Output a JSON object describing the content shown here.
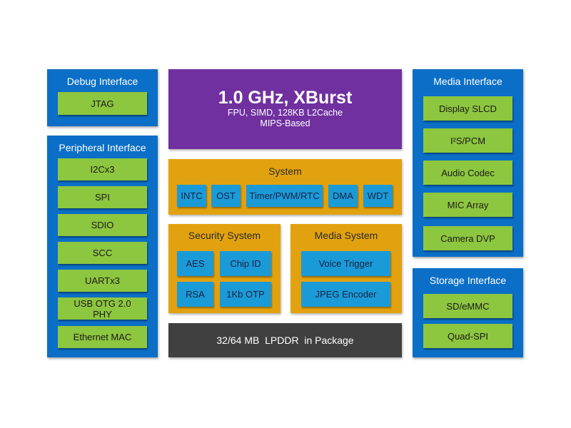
{
  "debug_interface": {
    "title": "Debug Interface",
    "items": [
      "JTAG"
    ]
  },
  "peripheral_interface": {
    "title": "Peripheral Interface",
    "items": [
      "I2Cx3",
      "SPI",
      "SDIO",
      "SCC",
      "UARTx3",
      "USB OTG 2.0\nPHY",
      "Ethernet MAC"
    ]
  },
  "cpu": {
    "title": "1.0 GHz, XBurst",
    "line1": "FPU, SIMD, 128KB L2Cache",
    "line2": "MIPS-Based"
  },
  "system": {
    "title": "System",
    "items": [
      "INTC",
      "OST",
      "Timer/PWM/RTC",
      "DMA",
      "WDT"
    ]
  },
  "security_system": {
    "title": "Security System",
    "items": [
      "AES",
      "Chip ID",
      "RSA",
      "1Kb OTP"
    ]
  },
  "media_system": {
    "title": "Media System",
    "items": [
      "Voice Trigger",
      "JPEG Encoder"
    ]
  },
  "memory": {
    "label": "32/64 MB  LPDDR  in Package"
  },
  "media_interface": {
    "title": "Media Interface",
    "items": [
      "Display SLCD",
      "I²S/PCM",
      "Audio Codec",
      "MIC Array",
      "Camera DVP"
    ]
  },
  "storage_interface": {
    "title": "Storage Interface",
    "items": [
      "SD/eMMC",
      "Quad-SPI"
    ]
  },
  "colors": {
    "interface_blue": "#0b6fc7",
    "module_green": "#8dc63f",
    "cpu_purple": "#7030a0",
    "system_orange": "#e2a20f",
    "block_cyan": "#1b9ad8",
    "memory_gray": "#404040"
  }
}
